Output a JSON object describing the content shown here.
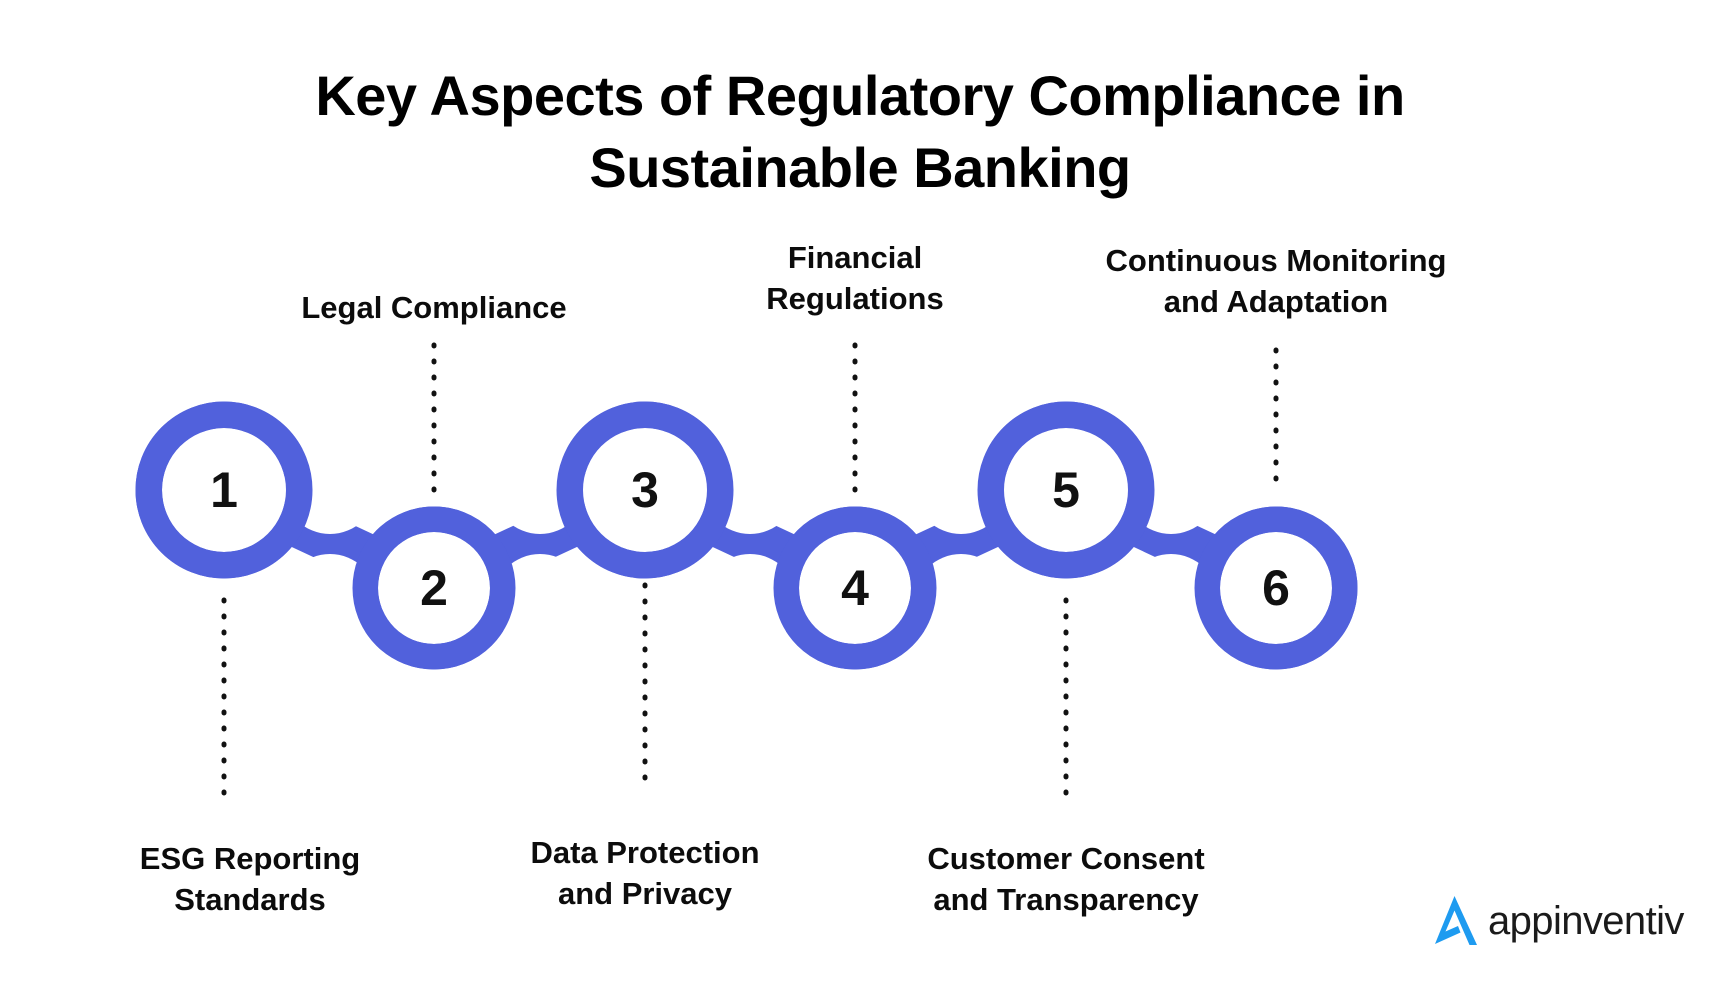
{
  "page": {
    "background_color": "#ffffff",
    "title": "Key Aspects of Regulatory Compliance in Sustainable Banking"
  },
  "theme": {
    "chain_blue": "#5161DC",
    "text_black": "#0c0c0c",
    "logo_blue": "#1E9BF0",
    "dot_color": "#111111"
  },
  "diagram": {
    "type": "chain-process",
    "node_count": 6,
    "nodes": [
      {
        "number": "1",
        "label": "ESG Reporting\nStandards",
        "label_position": "below",
        "row": "upper"
      },
      {
        "number": "2",
        "label": "Legal Compliance",
        "label_position": "above",
        "row": "lower"
      },
      {
        "number": "3",
        "label": "Data Protection\nand Privacy",
        "label_position": "below",
        "row": "upper"
      },
      {
        "number": "4",
        "label": "Financial\nRegulations",
        "label_position": "above",
        "row": "lower"
      },
      {
        "number": "5",
        "label": "Customer Consent\nand Transparency",
        "label_position": "below",
        "row": "upper"
      },
      {
        "number": "6",
        "label": "Continuous Monitoring\nand Adaptation",
        "label_position": "above",
        "row": "lower"
      }
    ]
  },
  "branding": {
    "logo_text": "appinventiv",
    "logo_mark": "appinventiv-a-mark"
  }
}
